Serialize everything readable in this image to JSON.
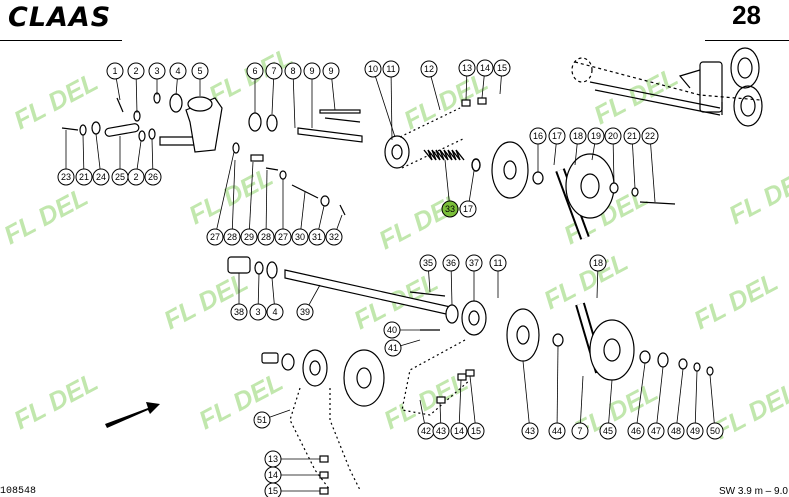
{
  "header": {
    "brand": "CLAAS",
    "page_number": "28"
  },
  "footer": {
    "code": "108548",
    "spec": "SW 3.9 m – 9.0 m"
  },
  "watermark": {
    "text": "FL DEL",
    "color": "#8fd36a"
  },
  "highlight_callout": "33",
  "callouts": [
    "1",
    "2",
    "3",
    "4",
    "5",
    "6",
    "7",
    "8",
    "9",
    "10",
    "11",
    "12",
    "13",
    "14",
    "15",
    "16",
    "17",
    "18",
    "19",
    "20",
    "21",
    "22",
    "23",
    "24",
    "25",
    "26",
    "27",
    "28",
    "29",
    "30",
    "31",
    "32",
    "33",
    "35",
    "36",
    "37",
    "38",
    "39",
    "40",
    "41",
    "42",
    "43",
    "44",
    "45",
    "46",
    "47",
    "48",
    "49",
    "50",
    "51"
  ]
}
